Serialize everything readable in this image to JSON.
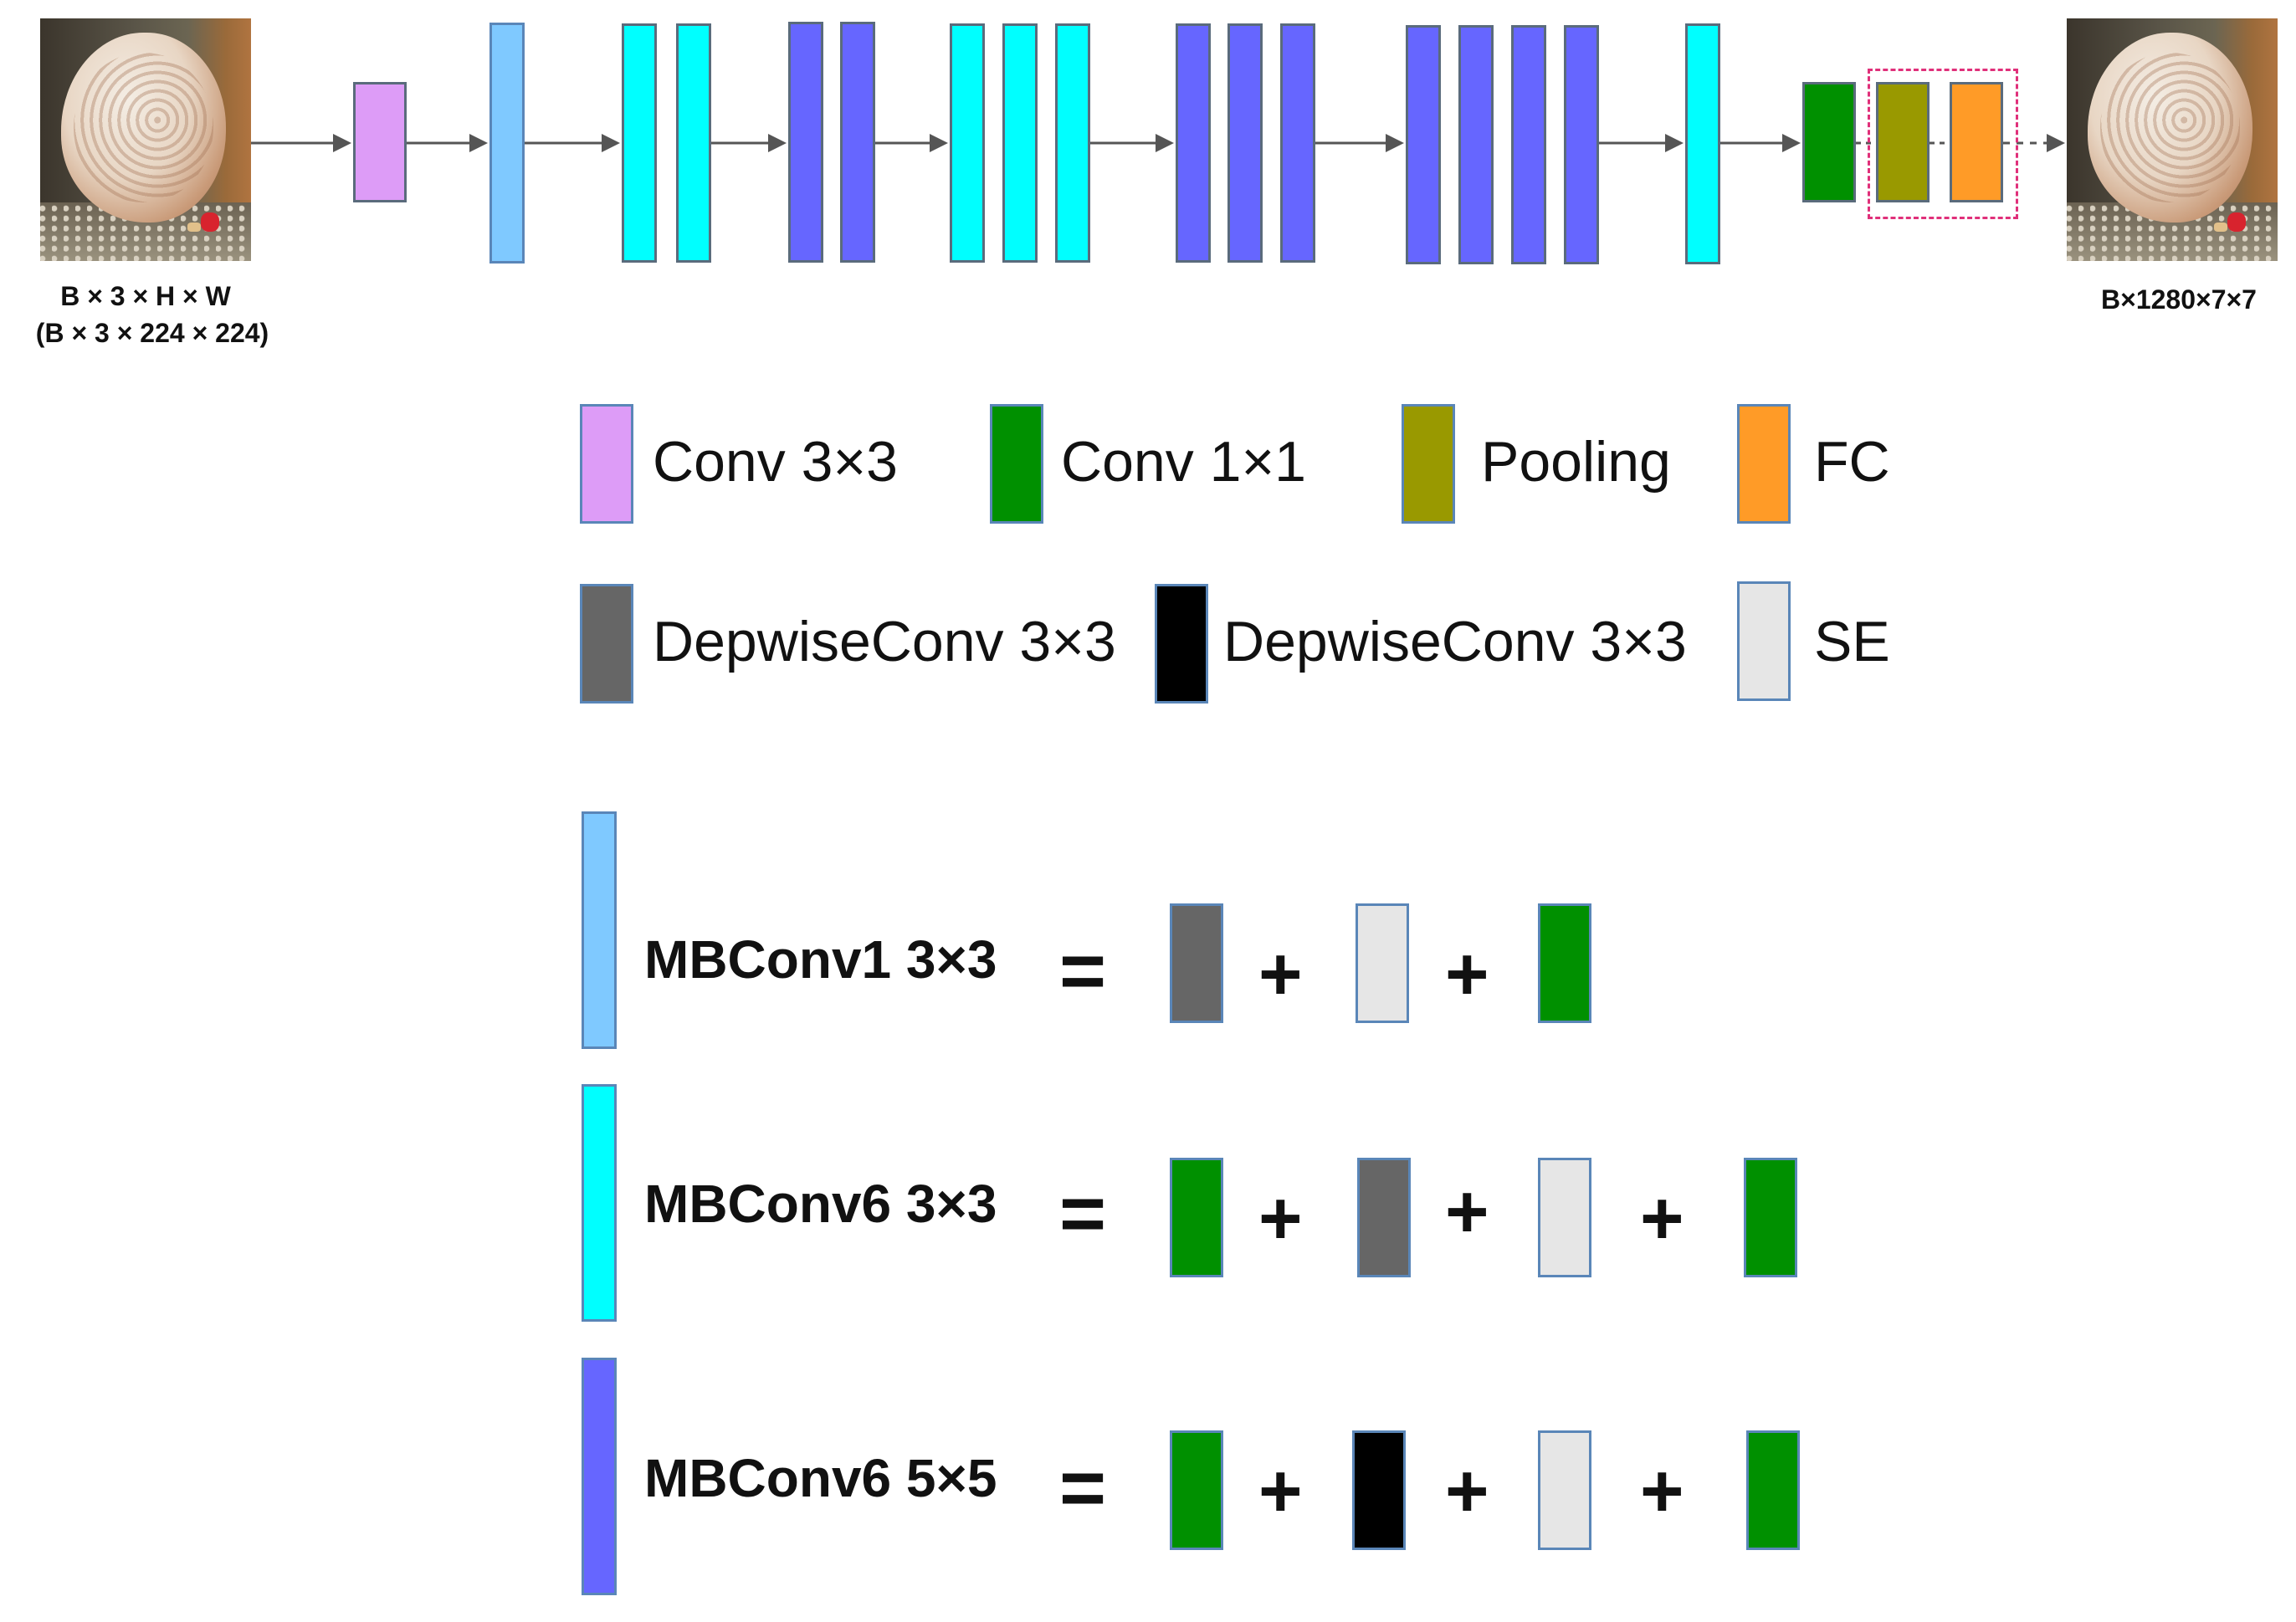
{
  "colors": {
    "conv3x3": "#dd9cf7",
    "mbconv1": "#7fc9ff",
    "mbconv6_3x3": "#00ffff",
    "mbconv6_5x5": "#6666ff",
    "conv1x1": "#009000",
    "pooling": "#999900",
    "fc": "#ff9b27",
    "depthwise_gray": "#666666",
    "depthwise_black": "#000000",
    "se": "#e6e6e6",
    "highlight_box": "#e0307a",
    "arrow": "#555555"
  },
  "input": {
    "shape_label": "B × 3 × H × W",
    "shape_example": "(B × 3 × 224 × 224)"
  },
  "output": {
    "shape_label": "B×1280×7×7"
  },
  "pipeline": [
    {
      "name": "stem-conv3x3",
      "type": "conv3x3",
      "count": 1
    },
    {
      "name": "stage-mbconv1",
      "type": "mbconv1",
      "count": 1
    },
    {
      "name": "stage-mbconv6-3x3-a",
      "type": "mbconv6_3x3",
      "count": 2
    },
    {
      "name": "stage-mbconv6-5x5-a",
      "type": "mbconv6_5x5",
      "count": 2
    },
    {
      "name": "stage-mbconv6-3x3-b",
      "type": "mbconv6_3x3",
      "count": 3
    },
    {
      "name": "stage-mbconv6-5x5-b",
      "type": "mbconv6_5x5",
      "count": 3
    },
    {
      "name": "stage-mbconv6-5x5-c",
      "type": "mbconv6_5x5",
      "count": 4
    },
    {
      "name": "stage-mbconv6-3x3-c",
      "type": "mbconv6_3x3",
      "count": 1
    },
    {
      "name": "head",
      "type": "conv1x1 + pooling + fc"
    }
  ],
  "legend": [
    {
      "label": "Conv 3×3",
      "color": "conv3x3"
    },
    {
      "label": "Conv 1×1",
      "color": "conv1x1"
    },
    {
      "label": "Pooling",
      "color": "pooling"
    },
    {
      "label": "FC",
      "color": "fc"
    },
    {
      "label": "DepwiseConv 3×3",
      "color": "depthwise_gray"
    },
    {
      "label": "DepwiseConv 3×3",
      "color": "depthwise_black"
    },
    {
      "label": "SE",
      "color": "se"
    }
  ],
  "mbconv_definitions": [
    {
      "label": "MBConv1 3×3",
      "block_color": "mbconv1",
      "equals": "=",
      "plus": "+",
      "components": [
        "depthwise_gray",
        "se",
        "conv1x1"
      ]
    },
    {
      "label": "MBConv6 3×3",
      "block_color": "mbconv6_3x3",
      "equals": "=",
      "plus": "+",
      "components": [
        "conv1x1",
        "depthwise_gray",
        "se",
        "conv1x1"
      ]
    },
    {
      "label": "MBConv6 5×5",
      "block_color": "mbconv6_5x5",
      "equals": "=",
      "plus": "+",
      "components": [
        "conv1x1",
        "depthwise_black",
        "se",
        "conv1x1"
      ]
    }
  ]
}
